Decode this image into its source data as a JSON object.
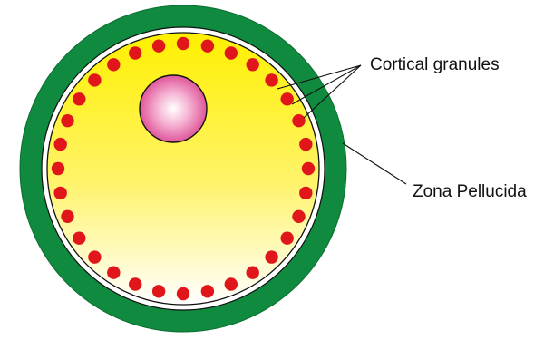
{
  "labels": {
    "cortical_granules": "Cortical granules",
    "zona_pellucida": "Zona Pellucida"
  },
  "colors": {
    "zona": "#0f8a3e",
    "zona_edge": "#0b6f31",
    "gap": "#ffffff",
    "cytoplasm_top": "#fff000",
    "cytoplasm_bottom": "#ffffff",
    "granule": "#e0161a",
    "nucleus_center": "#ffffff",
    "nucleus_edge": "#e0569a",
    "outline": "#111111",
    "leader": "#111111"
  },
  "icons": {
    "granule": "red-dot",
    "nucleus": "pink-circle"
  },
  "granule_count": 32
}
